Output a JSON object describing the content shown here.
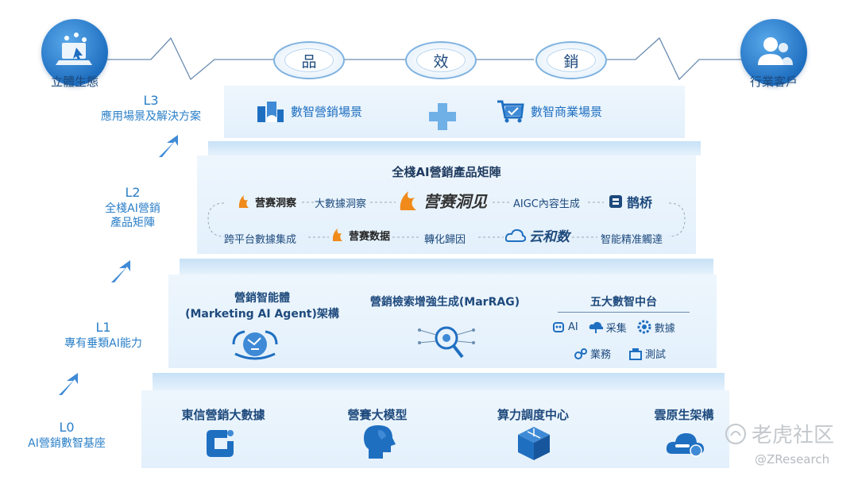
{
  "top": {
    "left_circle": "立體生態",
    "right_circle": "行業客戶",
    "ovals": [
      "品",
      "效",
      "銷"
    ]
  },
  "levels": {
    "l3": {
      "num": "L3",
      "title": "應用場景及解決方案"
    },
    "l2": {
      "num": "L2",
      "title_line1": "全棧AI營銷",
      "title_line2": "產品矩陣"
    },
    "l1": {
      "num": "L1",
      "title": "專有垂類AI能力"
    },
    "l0": {
      "num": "L0",
      "title": "AI營銷數智基座"
    }
  },
  "tier3": {
    "left": "數智營銷場景",
    "right": "數智商業場景"
  },
  "tier2": {
    "title": "全棧AI營銷產品矩陣",
    "row1": {
      "p1": "营赛洞察",
      "a1": "大數據洞察",
      "p2": "营赛洞见",
      "a2": "AIGC內容生成",
      "p3": "鹊桥"
    },
    "row2": {
      "a1": "跨平台數據集成",
      "p1": "营赛数据",
      "a2": "轉化歸因",
      "p2": "云和数",
      "a3": "智能精准觸達"
    }
  },
  "tier1": {
    "agent_line1": "營銷智能體",
    "agent_line2": "(Marketing AI Agent)架構",
    "rag": "營銷檢索增強生成(MarRAG)",
    "platforms_title": "五大數智中台",
    "platforms": [
      "AI",
      "采集",
      "數據",
      "業務",
      "測試"
    ]
  },
  "tier0": [
    "東信營銷大數據",
    "營賽大模型",
    "算力調度中心",
    "雲原生架構"
  ],
  "watermark": {
    "logo_text": "老虎社区",
    "handle": "@ZResearch"
  }
}
